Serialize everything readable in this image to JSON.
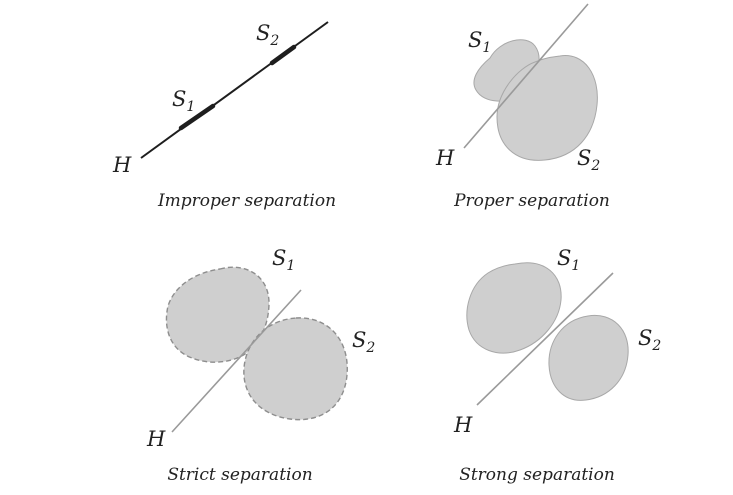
{
  "panels": {
    "improper": {
      "caption": "Improper separation",
      "hyperplane": "H",
      "set1": {
        "base": "S",
        "sub": "1"
      },
      "set2": {
        "base": "S",
        "sub": "2"
      }
    },
    "proper": {
      "caption": "Proper separation",
      "hyperplane": "H",
      "set1": {
        "base": "S",
        "sub": "1"
      },
      "set2": {
        "base": "S",
        "sub": "2"
      }
    },
    "strict": {
      "caption": "Strict separation",
      "hyperplane": "H",
      "set1": {
        "base": "S",
        "sub": "1"
      },
      "set2": {
        "base": "S",
        "sub": "2"
      }
    },
    "strong": {
      "caption": "Strong separation",
      "hyperplane": "H",
      "set1": {
        "base": "S",
        "sub": "1"
      },
      "set2": {
        "base": "S",
        "sub": "2"
      }
    }
  },
  "colors": {
    "set_fill": "#cfcfcf",
    "line_light": "#9a9a9a",
    "line_dark": "#1e1e1e"
  }
}
